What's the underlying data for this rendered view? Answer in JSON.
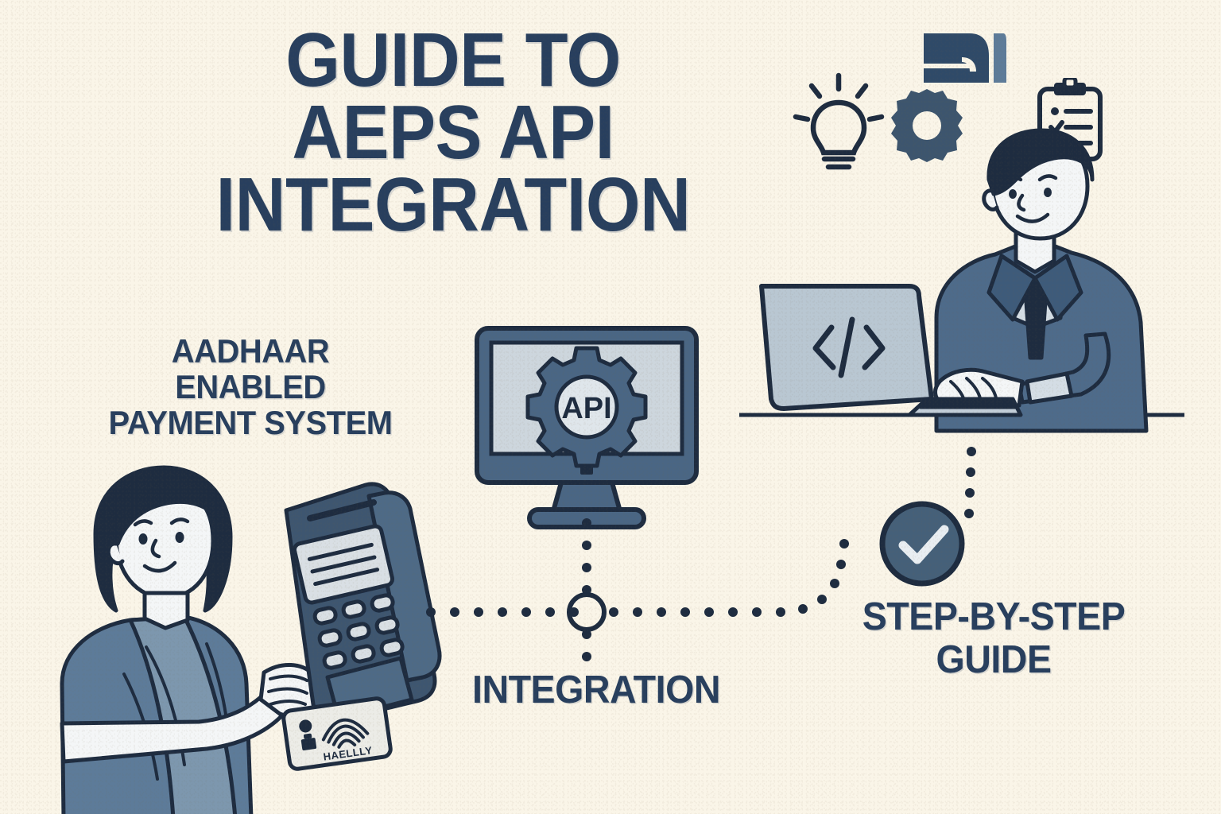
{
  "background_color": "#faf5e8",
  "palette": {
    "ink": "#1e2c40",
    "navy_text": "#283f5e",
    "steel": "#4a6684",
    "slate": "#3d5570",
    "light_screen": "#c3ced8",
    "pale": "#dbe3ea",
    "mid_blue": "#5d7b99",
    "white": "#f4f6f7"
  },
  "title": {
    "text": "GUIDE TO\nAEPS API\nINTEGRATION",
    "color": "#283f5e"
  },
  "labels": {
    "aeps": "AADHAAR\nENABLED\nPAYMENT SYSTEM",
    "integration": "INTEGRATION",
    "step_by_step": "STEP-BY-STEP\nGUIDE"
  },
  "monitor": {
    "screen_badge_text": "API",
    "icon": "gear-icon"
  },
  "laptop": {
    "screen_text": "</>",
    "icon": "code-brackets-icon"
  },
  "top_icons": [
    {
      "name": "lightbulb-icon",
      "label": "Idea"
    },
    {
      "name": "gear-icon",
      "label": "Settings"
    },
    {
      "name": "clipboard-checklist-icon",
      "label": "Checklist"
    },
    {
      "name": "brand-logo-mark",
      "label": "Brand mark"
    }
  ],
  "status": {
    "check_icon": "check-circle-icon",
    "junction_icon": "connector-node-icon"
  },
  "pos_terminal": {
    "screen_lines": 3,
    "keypad_rows": 3,
    "keypad_cols": 3,
    "scanner": "fingerprint-scanner-icon"
  },
  "aadhaar_card": {
    "text": "HAELLLY",
    "icons": [
      "emblem-icon",
      "fingerprint-wave-icon"
    ]
  },
  "people": [
    {
      "name": "woman-using-pos-terminal",
      "attire": "saree"
    },
    {
      "name": "developer-at-laptop",
      "attire": "suit-and-tie"
    }
  ]
}
